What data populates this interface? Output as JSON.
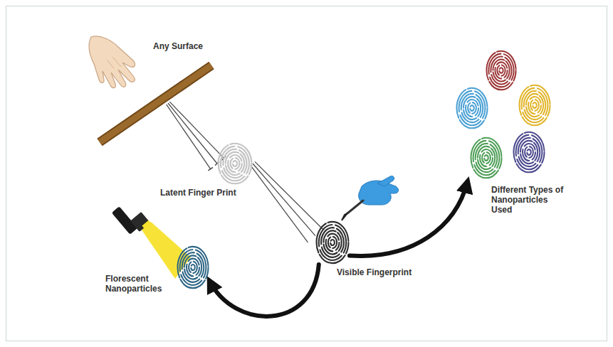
{
  "diagram": {
    "nodes": [
      {
        "text": [
          "Any Surface"
        ]
      },
      {
        "text": [
          "Latent Finger Print"
        ]
      },
      {
        "text": [
          "Visible Fingerprint"
        ]
      },
      {
        "text": [
          "Different Types of Nanoparticles Used"
        ]
      },
      {
        "text": [
          "Florescent Nanoparticles"
        ]
      }
    ],
    "edges": [
      {
        "from": 0,
        "to": 1,
        "arrow": "none"
      },
      {
        "from": 1,
        "to": 2,
        "arrow": "none"
      },
      {
        "from": 2,
        "to": 3,
        "arrow": "to"
      },
      {
        "from": 2,
        "to": 4,
        "arrow": "to"
      }
    ]
  }
}
